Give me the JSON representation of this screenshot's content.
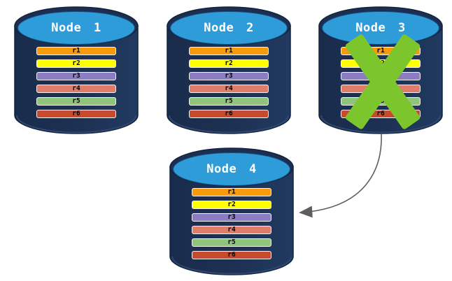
{
  "diagram": {
    "kind": "database-replication-failover",
    "palette": {
      "cylinder_body": "#1c2f52",
      "cylinder_outline": "#12233f",
      "cylinder_top_blue": "#2e9cd9",
      "cylinder_bottom_rim": "#31486e",
      "title_text": "#ffffff",
      "row_text": "#000000",
      "row_border": "#f4f4f4",
      "failure_x_green": "#7dc52c",
      "arrow_gray": "#5e5e5e"
    },
    "nodes": [
      {
        "title": "Node 1",
        "rows": [
          {
            "label": "r1",
            "color": "#f79a0b"
          },
          {
            "label": "r2",
            "color": "#ffff00"
          },
          {
            "label": "r3",
            "color": "#8c7cc2"
          },
          {
            "label": "r4",
            "color": "#de7e6a"
          },
          {
            "label": "r5",
            "color": "#90c37c"
          },
          {
            "label": "r6",
            "color": "#c64a2d"
          }
        ]
      },
      {
        "title": "Node 2",
        "rows": [
          {
            "label": "r1",
            "color": "#f79a0b"
          },
          {
            "label": "r2",
            "color": "#ffff00"
          },
          {
            "label": "r3",
            "color": "#8c7cc2"
          },
          {
            "label": "r4",
            "color": "#de7e6a"
          },
          {
            "label": "r5",
            "color": "#90c37c"
          },
          {
            "label": "r6",
            "color": "#c64a2d"
          }
        ]
      },
      {
        "title": "Node 3",
        "failed": true,
        "rows": [
          {
            "label": "r1",
            "color": "#f79a0b"
          },
          {
            "label": "r2",
            "color": "#ffff00"
          },
          {
            "label": "r3",
            "color": "#8c7cc2"
          },
          {
            "label": "r4",
            "color": "#de7e6a"
          },
          {
            "label": "r5",
            "color": "#90c37c"
          },
          {
            "label": "r6",
            "color": "#c64a2d"
          }
        ]
      },
      {
        "title": "Node 4",
        "rows": [
          {
            "label": "r1",
            "color": "#f79a0b"
          },
          {
            "label": "r2",
            "color": "#ffff00"
          },
          {
            "label": "r3",
            "color": "#8c7cc2"
          },
          {
            "label": "r4",
            "color": "#de7e6a"
          },
          {
            "label": "r5",
            "color": "#90c37c"
          },
          {
            "label": "r6",
            "color": "#c64a2d"
          }
        ]
      }
    ],
    "arrow": {
      "from": "Node 3",
      "to": "Node 4"
    }
  }
}
